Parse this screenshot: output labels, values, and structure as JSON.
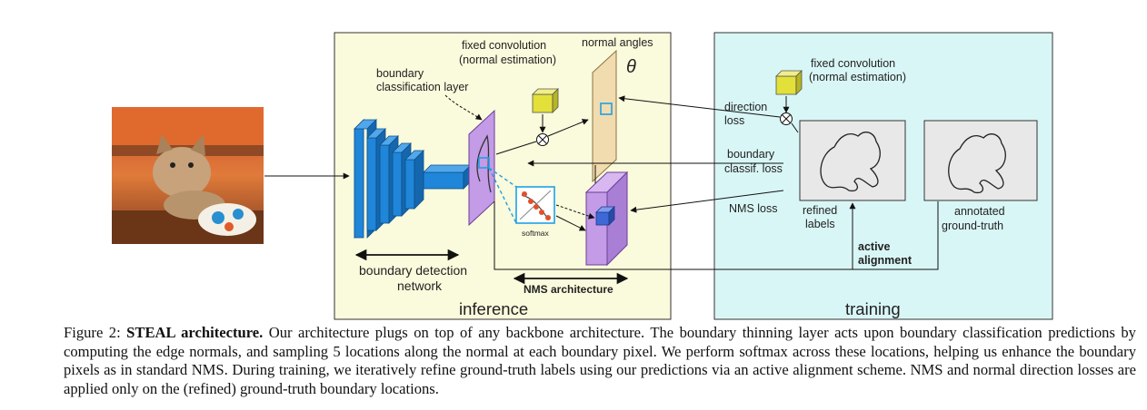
{
  "diagram": {
    "labels": {
      "fixed_conv_top_1": "fixed convolution",
      "fixed_conv_top_2": "(normal estimation)",
      "normal_angles": "normal angles",
      "theta": "θ",
      "boundary_class_layer_1": "boundary",
      "boundary_class_layer_2": "classification layer",
      "softmax": "softmax",
      "boundary_detection_network_1": "boundary detection",
      "boundary_detection_network_2": "network",
      "nms_architecture": "NMS architecture",
      "inference": "inference",
      "fixed_conv_train_1": "fixed convolution",
      "fixed_conv_train_2": "(normal estimation)",
      "direction_loss_1": "direction",
      "direction_loss_2": "loss",
      "boundary_classif_loss_1": "boundary",
      "boundary_classif_loss_2": "classif. loss",
      "nms_loss": "NMS loss",
      "refined_labels_1": "refined",
      "refined_labels_2": "labels",
      "annotated_gt_1": "annotated",
      "annotated_gt_2": "ground-truth",
      "active_alignment_1": "active",
      "active_alignment_2": "alignment",
      "training": "training"
    },
    "colors": {
      "inference_bg": "#fafadc",
      "training_bg": "#d9f6f6",
      "cnn_blue": "#1f86d9",
      "class_layer_purple": "#c39be6",
      "normal_layer_tan": "#f1dcaf",
      "fixed_conv_yellow": "#e3e03a",
      "highlight_blue": "#1ea0e6"
    }
  },
  "caption": {
    "label": "Figure 2:",
    "title": "STEAL architecture.",
    "text": "Our architecture plugs on top of any backbone architecture. The boundary thinning layer acts upon boundary classification predictions by computing the edge normals, and sampling 5 locations along the normal at each boundary pixel. We perform softmax across these locations, helping us enhance the boundary pixels as in standard NMS. During training, we iteratively refine ground-truth labels using our predictions via an active alignment scheme. NMS and normal direction losses are applied only on the (refined) ground-truth boundary locations."
  }
}
